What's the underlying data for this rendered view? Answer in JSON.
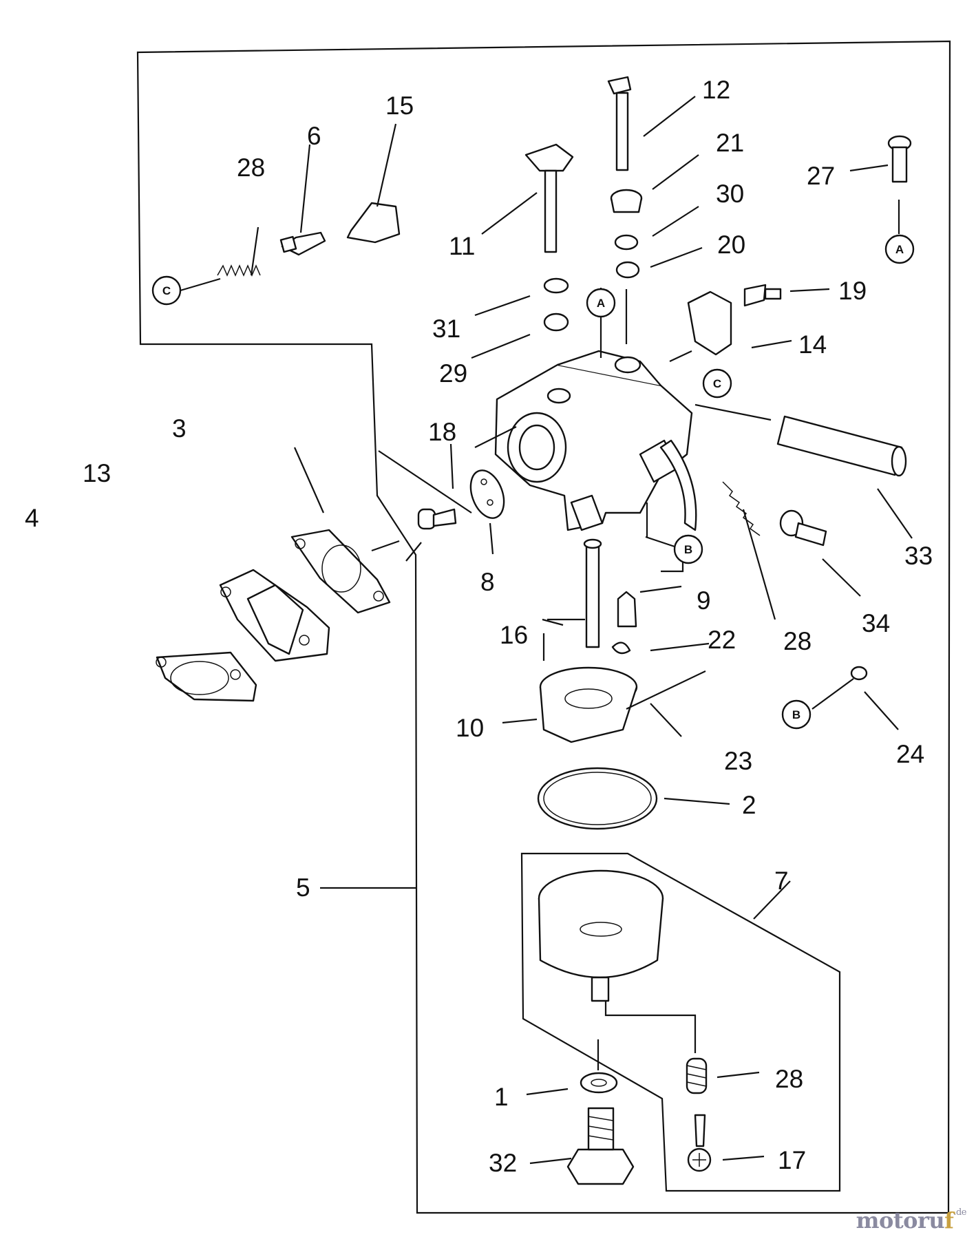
{
  "callouts": {
    "n1": "1",
    "n2": "2",
    "n3": "3",
    "n4": "4",
    "n5": "5",
    "n6": "6",
    "n7": "7",
    "n8": "8",
    "n9": "9",
    "n10": "10",
    "n11": "11",
    "n12": "12",
    "n13": "13",
    "n14": "14",
    "n15": "15",
    "n16": "16",
    "n17": "17",
    "n18": "18",
    "n19": "19",
    "n20": "20",
    "n21": "21",
    "n22": "22",
    "n23": "23",
    "n24": "24",
    "n27": "27",
    "n28a": "28",
    "n28b": "28",
    "n28c": "28",
    "n29": "29",
    "n30": "30",
    "n31": "31",
    "n32": "32",
    "n33": "33",
    "n34": "34"
  },
  "references": {
    "a_top": "A",
    "a_body": "A",
    "b_body": "B",
    "b_right": "B",
    "c_left": "C",
    "c_body": "C"
  },
  "watermark": {
    "main": "motoru",
    "accent": "f",
    "suffix": ".de"
  },
  "colors": {
    "ink": "#111111",
    "watermark_main": "#8a8aa0",
    "watermark_accent": "#c8a040"
  }
}
